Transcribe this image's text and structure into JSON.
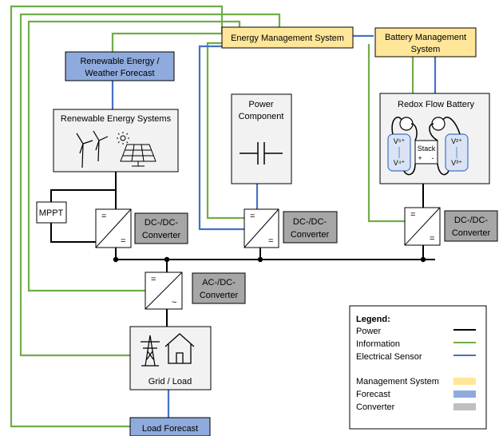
{
  "nodes": {
    "ems": "Energy Management System",
    "bms_line1": "Battery Management",
    "bms_line2": "System",
    "forecast_line1": "Renewable Energy /",
    "forecast_line2": "Weather Forecast",
    "res_title": "Renewable Energy Systems",
    "power_line1": "Power",
    "power_line2": "Component",
    "rfb_title": "Redox Flow Battery",
    "stack": "Stack",
    "stack_plus": "+",
    "stack_minus": "-",
    "v_left_top": "V⁵⁺",
    "v_left_bottom": "V⁴⁺",
    "v_right_top": "V²⁺",
    "v_right_bottom": "V³⁺",
    "mppt": "MPPT",
    "dcdc_line1": "DC-/DC-",
    "dcdc_line2": "Converter",
    "acdc_line1": "AC-/DC-",
    "acdc_line2": "Converter",
    "conv_eq": "=",
    "conv_ac": "~",
    "grid": "Grid / Load",
    "load_forecast": "Load Forecast"
  },
  "legend": {
    "title": "Legend:",
    "power": "Power",
    "information": "Information",
    "sensor": "Electrical Sensor",
    "management": "Management System",
    "forecast": "Forecast",
    "converter": "Converter"
  },
  "colors": {
    "power": "#000000",
    "information": "#70ad47",
    "sensor": "#4472c4",
    "management": "#ffe699",
    "forecast": "#8faadc",
    "converter": "#bfbfbf",
    "converter_label": "#a6a6a6",
    "battery_tank": "#dae3f3"
  }
}
